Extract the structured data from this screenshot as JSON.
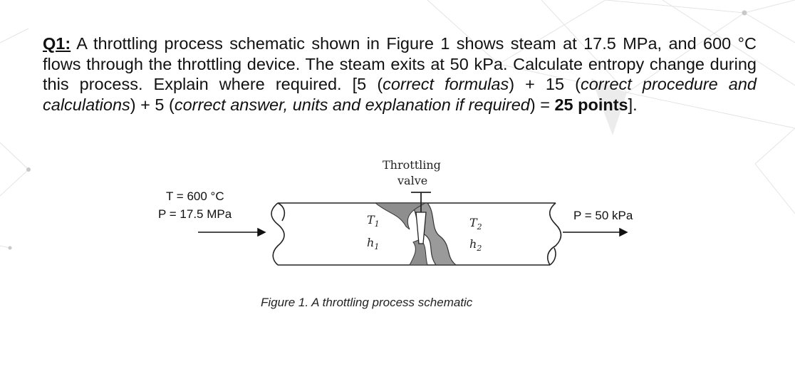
{
  "question": {
    "label": "Q1:",
    "text1": " A throttling process schematic shown in Figure 1 shows steam at 17.5 MPa, and 600 °C flows through the throttling device. The steam exits at 50 kPa. Calculate entropy change during this process. Explain where required. [5 (",
    "it1": "correct formulas",
    "text2": ") + 15 (",
    "it2": "correct procedure and calculations",
    "text3": ") + 5 (",
    "it3": "correct answer, units and explanation if required",
    "text4": ") = ",
    "bold_points": "25 points",
    "text5": "]."
  },
  "figure": {
    "inlet_temp": "T = 600 °C",
    "inlet_pressure": "P = 17.5 MPa",
    "outlet_pressure": "P = 50 kPa",
    "valve_label_line1": "Throttling",
    "valve_label_line2": "valve",
    "t1": "T",
    "t1_sub": "1",
    "h1": "h",
    "h1_sub": "1",
    "t2": "T",
    "t2_sub": "2",
    "h2": "h",
    "h2_sub": "2",
    "caption": "Figure 1. A throttling process schematic"
  }
}
